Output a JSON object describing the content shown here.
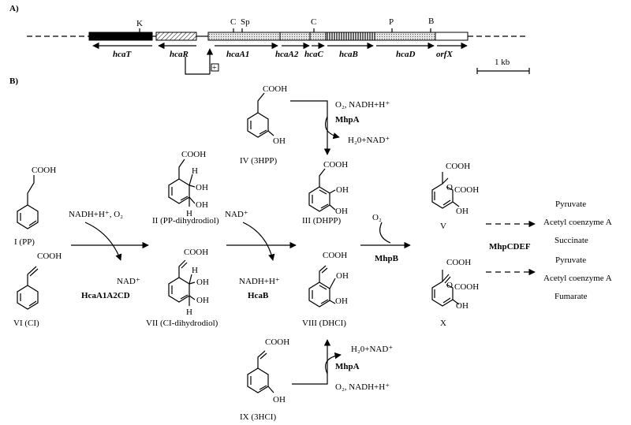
{
  "panel_a": {
    "label": "A)",
    "genes": [
      "hcaT",
      "hcaR",
      "hcaA1",
      "hcaA2",
      "hcaC",
      "hcaB",
      "hcaD",
      "orfX"
    ],
    "sites": {
      "K": "K",
      "C1": "C",
      "Sp": "Sp",
      "C2": "C",
      "P": "P",
      "B": "B"
    },
    "promoter_symbol": "+",
    "scale_label": "1 kb"
  },
  "panel_b": {
    "label": "B)",
    "compounds": {
      "I": "I (PP)",
      "II": "II (PP-dihydrodiol)",
      "III": "III (DHPP)",
      "IV": "IV (3HPP)",
      "V": "V",
      "VI": "VI (CI)",
      "VII": "VII (CI-dihydrodiol)",
      "VIII": "VIII (DHCI)",
      "IX": "IX (3HCI)",
      "X": "X"
    },
    "groups": {
      "cooh": "COOH",
      "oh": "OH",
      "h": "H"
    },
    "cofactors": {
      "nadh_o2": "NADH+H⁺, O₂",
      "nad": "NAD⁺",
      "nadh": "NADH+H⁺",
      "o2": "O₂",
      "o2_nadh": "O₂, NADH+H⁺",
      "h2o_nad": "H₂0+NAD⁺"
    },
    "enzymes": {
      "hcaA": "HcaA1A2CD",
      "hcaB": "HcaB",
      "mhpA": "MhpA",
      "mhpB": "MhpB",
      "mhpCDEF": "MhpCDEF"
    },
    "products_v": [
      "Pyruvate",
      "Acetyl coenzyme A",
      "Succinate"
    ],
    "products_x": [
      "Pyruvate",
      "Acetyl coenzyme A",
      "Fumarate"
    ]
  }
}
